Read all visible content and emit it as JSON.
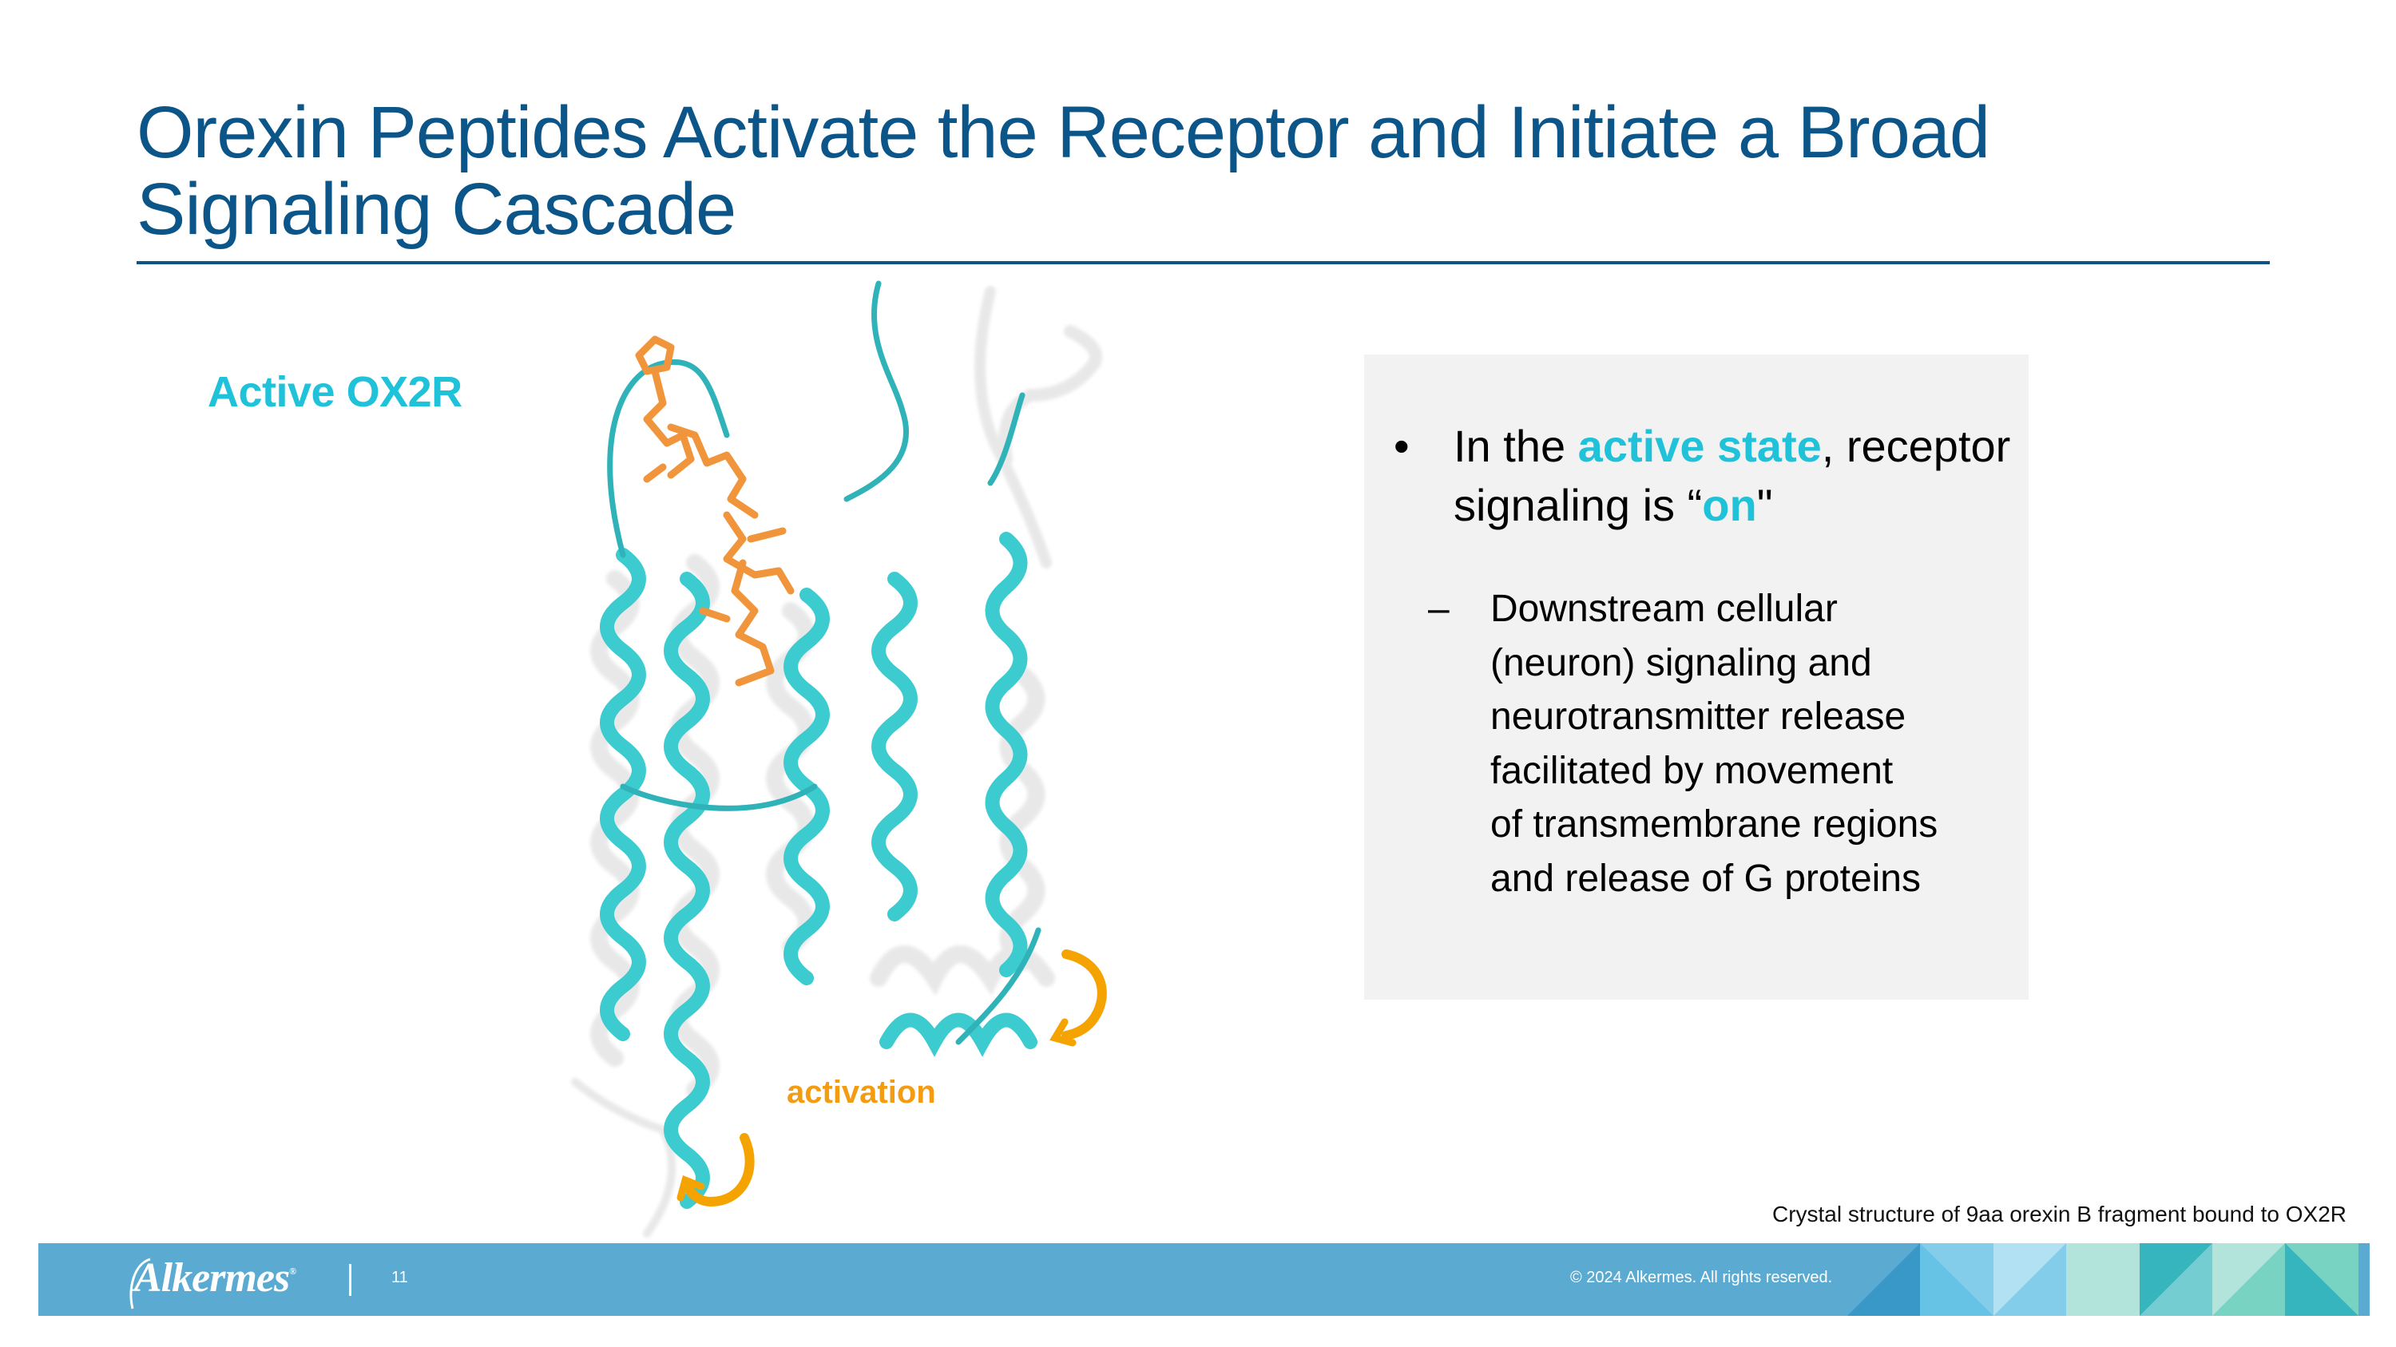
{
  "slide": {
    "title_line1": "Orexin Peptides Activate the Receptor and Initiate a Broad",
    "title_line2": "Signaling Cascade",
    "figure_label": "Active OX2R",
    "figure_annotation": "activation",
    "figure_icons": [
      "protein-structure-icon",
      "rotation-arrow-icon",
      "rotation-arrow-icon"
    ],
    "caption": "Crystal structure of 9aa orexin B fragment bound to OX2R"
  },
  "textbox": {
    "bullet": {
      "marker": "•",
      "part1": "In the ",
      "highlight1": "active state",
      "part2": ", receptor",
      "line2_part1": "signaling is “",
      "highlight2": "on",
      "line2_part2": "\""
    },
    "sub_bullet": {
      "marker": "–",
      "lines": [
        "Downstream cellular",
        "(neuron) signaling and",
        "neurotransmitter release",
        "facilitated by movement",
        "of transmembrane regions",
        "and release of G proteins"
      ]
    }
  },
  "footer": {
    "logo_text": "Alkermes",
    "logo_mark": "®",
    "page_number": "11",
    "copyright": "© 2024 Alkermes. All rights reserved."
  },
  "colors": {
    "title": "#0B5588",
    "accent_cyan": "#1FC2D8",
    "accent_orange": "#F39C12",
    "box_bg": "#F2F2F2",
    "footer_bg": "#5AAAD1",
    "tiles": [
      "#3A98C8",
      "#67C3E6",
      "#83CDEB",
      "#B1E1F2",
      "#B2E4DC",
      "#36B5BE",
      "#74CDD1",
      "#78D3C2"
    ]
  }
}
